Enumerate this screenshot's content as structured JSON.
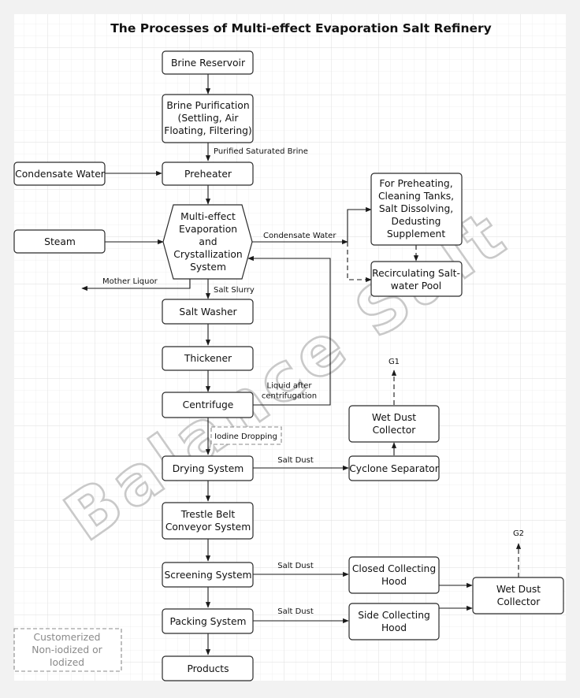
{
  "title": "The Processes of Multi-effect  Evaporation Salt Refinery",
  "watermark": "Balance Salt",
  "nodes": {
    "brine_reservoir": [
      "Brine Reservoir"
    ],
    "brine_purification": [
      "Brine Purification",
      "(Settling, Air",
      "Floating, Filtering)"
    ],
    "condensate_water": [
      "Condensate Water"
    ],
    "preheater": [
      "Preheater"
    ],
    "steam": [
      "Steam"
    ],
    "evaporation": [
      "Multi-effect",
      "Evaporation",
      "and",
      "Crystallization",
      "System"
    ],
    "supplement": [
      "For Preheating,",
      "Cleaning Tanks,",
      "Salt Dissolving,",
      "Dedusting",
      "Supplement"
    ],
    "recirculating_pool": [
      "Recirculating Salt-",
      "water Pool"
    ],
    "salt_washer": [
      "Salt Washer"
    ],
    "thickener": [
      "Thickener"
    ],
    "centrifuge": [
      "Centrifuge"
    ],
    "wet_dust_collector_1": [
      "Wet Dust",
      "Collector"
    ],
    "drying_system": [
      "Drying System"
    ],
    "cyclone_separator": [
      "Cyclone Separator"
    ],
    "trestle_conveyor": [
      "Trestle Belt",
      "Conveyor System"
    ],
    "screening_system": [
      "Screening System"
    ],
    "closed_hood": [
      "Closed Collecting",
      "Hood"
    ],
    "wet_dust_collector_2": [
      "Wet Dust",
      "Collector"
    ],
    "packing_system": [
      "Packing System"
    ],
    "side_hood": [
      "Side Collecting",
      "Hood"
    ],
    "products": [
      "Products"
    ]
  },
  "notes": {
    "iodine": [
      "Iodine Dropping"
    ],
    "customerized": [
      "Customerized",
      "Non-iodized or",
      "Iodized"
    ]
  },
  "edge_labels": {
    "purified_brine": [
      "Purified Saturated Brine"
    ],
    "condensate_out": [
      "Condensate Water"
    ],
    "mother_liquor": [
      "Mother Liquor"
    ],
    "salt_slurry": [
      "Salt Slurry"
    ],
    "liquid_after": [
      "Liquid after",
      "centrifugation"
    ],
    "salt_dust_1": [
      "Salt Dust"
    ],
    "salt_dust_2": [
      "Salt Dust"
    ],
    "salt_dust_3": [
      "Salt Dust"
    ],
    "g1": [
      "G1"
    ],
    "g2": [
      "G2"
    ]
  }
}
